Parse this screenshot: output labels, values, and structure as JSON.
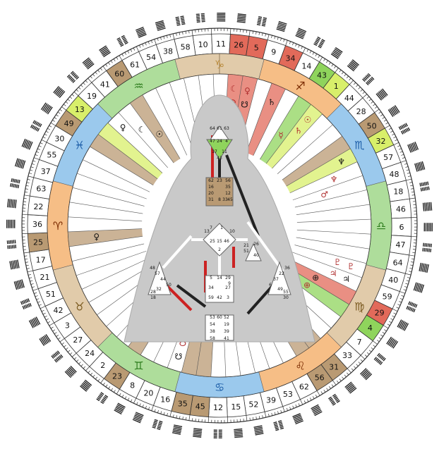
{
  "outer_ring_gates": [
    {
      "n": "10",
      "c": "#ffffff"
    },
    {
      "n": "11",
      "c": "#ffffff"
    },
    {
      "n": "26",
      "c": "#e26a5a"
    },
    {
      "n": "5",
      "c": "#e26a5a"
    },
    {
      "n": "9",
      "c": "#ffffff"
    },
    {
      "n": "34",
      "c": "#e26a5a"
    },
    {
      "n": "14",
      "c": "#ffffff"
    },
    {
      "n": "43",
      "c": "#8fd45c"
    },
    {
      "n": "1",
      "c": "#d8ef6a"
    },
    {
      "n": "44",
      "c": "#ffffff"
    },
    {
      "n": "28",
      "c": "#ffffff"
    },
    {
      "n": "50",
      "c": "#b99a73"
    },
    {
      "n": "32",
      "c": "#d8ef6a"
    },
    {
      "n": "57",
      "c": "#ffffff"
    },
    {
      "n": "48",
      "c": "#ffffff"
    },
    {
      "n": "18",
      "c": "#ffffff"
    },
    {
      "n": "46",
      "c": "#ffffff"
    },
    {
      "n": "6",
      "c": "#ffffff"
    },
    {
      "n": "47",
      "c": "#ffffff"
    },
    {
      "n": "64",
      "c": "#ffffff"
    },
    {
      "n": "40",
      "c": "#ffffff"
    },
    {
      "n": "59",
      "c": "#ffffff"
    },
    {
      "n": "29",
      "c": "#e26a5a"
    },
    {
      "n": "4",
      "c": "#8fd45c"
    },
    {
      "n": "7",
      "c": "#ffffff"
    },
    {
      "n": "33",
      "c": "#ffffff"
    },
    {
      "n": "31",
      "c": "#b99a73"
    },
    {
      "n": "56",
      "c": "#b99a73"
    },
    {
      "n": "62",
      "c": "#ffffff"
    },
    {
      "n": "53",
      "c": "#ffffff"
    },
    {
      "n": "39",
      "c": "#ffffff"
    },
    {
      "n": "52",
      "c": "#ffffff"
    },
    {
      "n": "15",
      "c": "#ffffff"
    },
    {
      "n": "12",
      "c": "#ffffff"
    },
    {
      "n": "45",
      "c": "#b99a73"
    },
    {
      "n": "35",
      "c": "#b99a73"
    },
    {
      "n": "16",
      "c": "#ffffff"
    },
    {
      "n": "20",
      "c": "#ffffff"
    },
    {
      "n": "8",
      "c": "#ffffff"
    },
    {
      "n": "23",
      "c": "#b99a73"
    },
    {
      "n": "2",
      "c": "#ffffff"
    },
    {
      "n": "24",
      "c": "#ffffff"
    },
    {
      "n": "27",
      "c": "#ffffff"
    },
    {
      "n": "3",
      "c": "#ffffff"
    },
    {
      "n": "42",
      "c": "#ffffff"
    },
    {
      "n": "51",
      "c": "#ffffff"
    },
    {
      "n": "21",
      "c": "#ffffff"
    },
    {
      "n": "17",
      "c": "#ffffff"
    },
    {
      "n": "25",
      "c": "#b99a73"
    },
    {
      "n": "36",
      "c": "#ffffff"
    },
    {
      "n": "22",
      "c": "#ffffff"
    },
    {
      "n": "63",
      "c": "#ffffff"
    },
    {
      "n": "37",
      "c": "#ffffff"
    },
    {
      "n": "55",
      "c": "#ffffff"
    },
    {
      "n": "30",
      "c": "#ffffff"
    },
    {
      "n": "49",
      "c": "#b99a73"
    },
    {
      "n": "13",
      "c": "#d8ef6a"
    },
    {
      "n": "19",
      "c": "#ffffff"
    },
    {
      "n": "41",
      "c": "#ffffff"
    },
    {
      "n": "60",
      "c": "#b99a73"
    },
    {
      "n": "61",
      "c": "#ffffff"
    },
    {
      "n": "54",
      "c": "#ffffff"
    },
    {
      "n": "38",
      "c": "#ffffff"
    },
    {
      "n": "58",
      "c": "#ffffff"
    }
  ],
  "zodiac_ring": [
    {
      "sym": "♑",
      "c": "#b98a3c",
      "arc": "#c9a266"
    },
    {
      "sym": "♐",
      "c": "#7a2a00",
      "arc": "#f08a24"
    },
    {
      "sym": "♏",
      "c": "#1d5ea8",
      "arc": "#4a9ee0"
    },
    {
      "sym": "♎",
      "c": "#2e7d1e",
      "arc": "#6cc24a"
    },
    {
      "sym": "♍",
      "c": "#7a5a20",
      "arc": "#c9a266"
    },
    {
      "sym": "♌",
      "c": "#7a2a00",
      "arc": "#f08a24"
    },
    {
      "sym": "♋",
      "c": "#1d5ea8",
      "arc": "#4a9ee0"
    },
    {
      "sym": "♊",
      "c": "#2e7d1e",
      "arc": "#6cc24a"
    },
    {
      "sym": "♉",
      "c": "#7a5a20",
      "arc": "#c9a266"
    },
    {
      "sym": "♈",
      "c": "#7a2a00",
      "arc": "#f08a24"
    },
    {
      "sym": "♓",
      "c": "#1d5ea8",
      "arc": "#4a9ee0"
    },
    {
      "sym": "♒",
      "c": "#2e7d1e",
      "arc": "#6cc24a"
    }
  ],
  "planet_symbols": [
    {
      "sym": "☾",
      "c": "#b03030"
    },
    {
      "sym": "♀",
      "c": "#b03030"
    },
    {
      "sym": "☊",
      "c": "#b03030"
    },
    {
      "sym": "☋",
      "c": "#111111"
    },
    {
      "sym": "♂",
      "c": "#111111"
    },
    {
      "sym": "♄",
      "c": "#111111"
    },
    {
      "sym": "☉",
      "c": "#b03030"
    },
    {
      "sym": "♄",
      "c": "#b03030"
    },
    {
      "sym": "☿",
      "c": "#b03030"
    },
    {
      "sym": "♆",
      "c": "#111111"
    },
    {
      "sym": "♆",
      "c": "#b03030"
    },
    {
      "sym": "♂",
      "c": "#b03030"
    },
    {
      "sym": "♀",
      "c": "#111111"
    },
    {
      "sym": "☾",
      "c": "#111111"
    },
    {
      "sym": "☉",
      "c": "#111111"
    },
    {
      "sym": "♀",
      "c": "#111111"
    },
    {
      "sym": "♇",
      "c": "#b03030"
    },
    {
      "sym": "♃",
      "c": "#111111"
    },
    {
      "sym": "♇",
      "c": "#b03030"
    },
    {
      "sym": "♃",
      "c": "#b03030"
    },
    {
      "sym": "⊕",
      "c": "#111111"
    },
    {
      "sym": "☉",
      "c": "#111111"
    },
    {
      "sym": "☉",
      "c": "#b03030"
    },
    {
      "sym": "⊕",
      "c": "#b03030"
    },
    {
      "sym": "☋",
      "c": "#111111"
    },
    {
      "sym": "☋",
      "c": "#b03030"
    }
  ],
  "bodygraph": {
    "head": [
      "64",
      "61",
      "63"
    ],
    "ajna": [
      "47",
      "24",
      "4",
      "17",
      "11",
      "43"
    ],
    "throat": [
      "62",
      "23",
      "56",
      "16",
      "35",
      "20",
      "12",
      "31",
      "8",
      "33",
      "45"
    ],
    "g_center": [
      "7",
      "1",
      "13",
      "10",
      "25",
      "15",
      "46",
      "2"
    ],
    "ego": [
      "21",
      "51",
      "26",
      "40"
    ],
    "spleen": [
      "48",
      "57",
      "44",
      "50",
      "32",
      "28",
      "18"
    ],
    "solar_plexus": [
      "36",
      "22",
      "37",
      "6",
      "49",
      "55",
      "30"
    ],
    "sacral": [
      "5",
      "14",
      "29",
      "34",
      "27",
      "59",
      "42",
      "3",
      "9"
    ],
    "root": [
      "53",
      "60",
      "52",
      "54",
      "19",
      "38",
      "39",
      "58",
      "41"
    ]
  },
  "colors": {
    "defined": "#b99a73",
    "red": "#e26a5a",
    "green": "#8fd45c",
    "yellow": "#d8ef6a"
  }
}
